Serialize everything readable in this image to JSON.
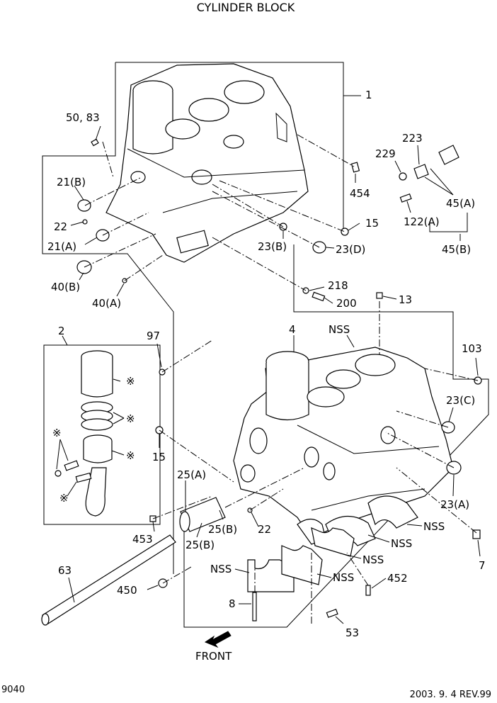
{
  "title": "CYLINDER BLOCK",
  "footer": {
    "left": "9040",
    "right": "2003. 9. 4 REV.99"
  },
  "front_label": "FRONT",
  "labels": {
    "p1": "1",
    "p50_83": "50, 83",
    "p21b": "21(B)",
    "p22a": "22",
    "p21a": "21(A)",
    "p40b": "40(B)",
    "p40a": "40(A)",
    "p454": "454",
    "p15a": "15",
    "p23b": "23(B)",
    "p23d": "23(D)",
    "p223": "223",
    "p229": "229",
    "p45a": "45(A)",
    "p122a": "122(A)",
    "p45b": "45(B)",
    "p218": "218",
    "p200": "200",
    "p13": "13",
    "p2": "2",
    "p97": "97",
    "p4": "4",
    "nss1": "NSS",
    "p103": "103",
    "p23c": "23(C)",
    "p15b": "15",
    "p25a": "25(A)",
    "p453": "453",
    "p25b1": "25(B)",
    "p25b2": "25(B)",
    "p22b": "22",
    "p23a": "23(A)",
    "nss2": "NSS",
    "nss3": "NSS",
    "nss4": "NSS",
    "nss5": "NSS",
    "p7": "7",
    "p63": "63",
    "p452": "452",
    "p450": "450",
    "p8": "8",
    "p53": "53",
    "ast1": "※",
    "ast2": "※",
    "ast3": "※",
    "ast4": "※",
    "ast5": "※"
  }
}
